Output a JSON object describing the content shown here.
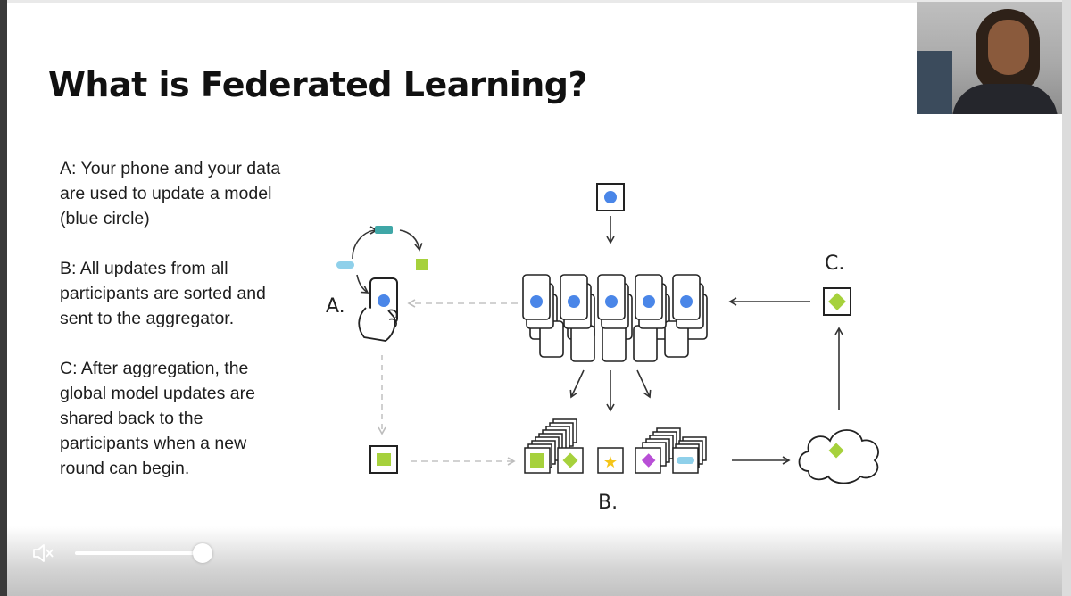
{
  "slide": {
    "title": "What is Federated Learning?",
    "paragraphs": [
      "A: Your phone and your data are used to update a model (blue circle)",
      "B: All updates from all participants are sorted and sent to the aggregator.",
      "C: After aggregation, the global model updates are shared back to the participants when a new round can begin."
    ]
  },
  "diagram": {
    "label_a": "A.",
    "label_b": "B.",
    "label_c": "C.",
    "colors": {
      "blue": "#4a86e8",
      "green": "#a6d13c",
      "teal": "#3fa7a7",
      "light_blue": "#8fd0ea",
      "yellow": "#f5c518",
      "purple": "#b84fd6",
      "arrow": "#333333",
      "dashed": "#c4c4c4"
    }
  },
  "player": {
    "volume_icon": "speaker-muted-icon",
    "progress": 0.95
  }
}
